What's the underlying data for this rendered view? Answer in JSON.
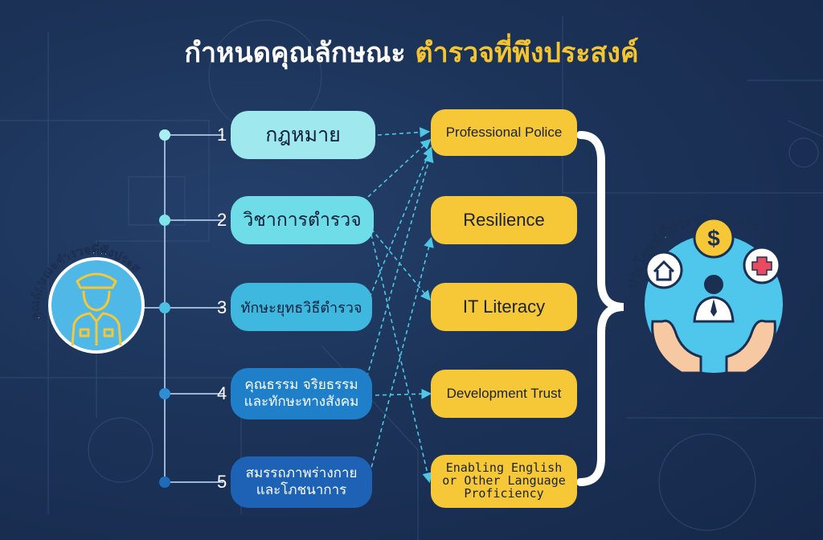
{
  "title": {
    "part1": "กำหนดคุณลักษณะ",
    "part2": "ตำรวจที่พึงประสงค์"
  },
  "left_badge": {
    "curved_text": "คุณลักษณะตำรวจที่พึงประสงค์",
    "icon": "police-officer-icon"
  },
  "attributes": [
    {
      "number": "1",
      "label": "กฎหมาย"
    },
    {
      "number": "2",
      "label": "วิชาการตำรวจ"
    },
    {
      "number": "3",
      "label": "ทักษะยุทธวิธีตำรวจ"
    },
    {
      "number": "4",
      "line1": "คุณธรรม จริยธรรม",
      "line2": "และทักษะทางสังคม"
    },
    {
      "number": "5",
      "line1": "สมรรถภาพร่างกาย",
      "line2": "และโภชนาการ"
    }
  ],
  "outcomes": [
    {
      "label": "Professional Police"
    },
    {
      "label": "Resilience"
    },
    {
      "label": "IT Literacy"
    },
    {
      "label": "Development Trust"
    },
    {
      "line1": "Enabling English",
      "line2": "or Other Language",
      "line3": "Proficiency"
    }
  ],
  "benefit": {
    "curved_text": "ประโยชน์ที่ประชาชนจะได้รับ",
    "icons": [
      "home-icon",
      "dollar-coin-icon",
      "medical-cross-icon",
      "citizen-icon",
      "caring-hands-icon"
    ]
  },
  "colors": {
    "background": "#1b2f52",
    "accent_yellow": "#f6c736",
    "connector_blue": "#4fc6e6"
  }
}
